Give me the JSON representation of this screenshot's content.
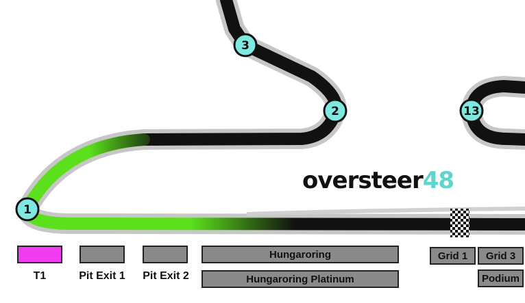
{
  "brand": {
    "name": "oversteer",
    "suffix": "48",
    "suffix_color": "#5fd6cc"
  },
  "colors": {
    "track": "#111111",
    "track_edge": "#c7c7c7",
    "highlight_sector": "#5ce01c",
    "turn_marker_fill": "#7fe8e0",
    "zone_selected": "#f03cf0",
    "zone_default": "#8a8a8a"
  },
  "turn_markers": [
    "1",
    "2",
    "3",
    "13"
  ],
  "icons": {
    "finish_line": "checkered-flag-icon"
  },
  "legend": {
    "t1_label": "T1",
    "pit_exit_1_label": "Pit Exit 1",
    "pit_exit_2_label": "Pit Exit 2"
  },
  "zones": {
    "hungaroring": "Hungaroring",
    "hungaroring_platinum": "Hungaroring Platinum",
    "grid_1": "Grid 1",
    "grid_3": "Grid 3",
    "podium": "Podium"
  }
}
